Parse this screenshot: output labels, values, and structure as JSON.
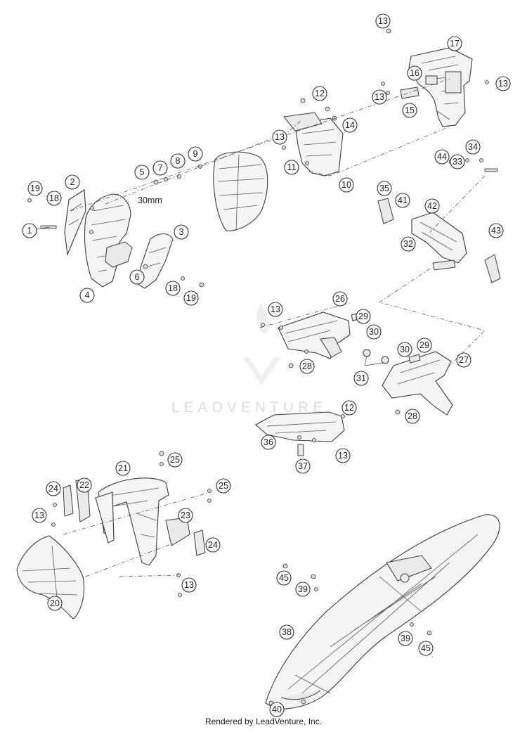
{
  "callouts": [
    "1",
    "2",
    "3",
    "4",
    "5",
    "6",
    "7",
    "8",
    "9",
    "10",
    "11",
    "12",
    "13",
    "14",
    "15",
    "16",
    "17",
    "18",
    "19",
    "20",
    "21",
    "22",
    "23",
    "24",
    "25",
    "26",
    "27",
    "28",
    "29",
    "30",
    "31",
    "32",
    "33",
    "34",
    "35",
    "36",
    "37",
    "38",
    "39",
    "40",
    "41",
    "42",
    "43",
    "44",
    "45"
  ],
  "dimension_note": "30mm",
  "watermark": "LEADVENTURE",
  "footer": "Rendered by LeadVenture, Inc."
}
